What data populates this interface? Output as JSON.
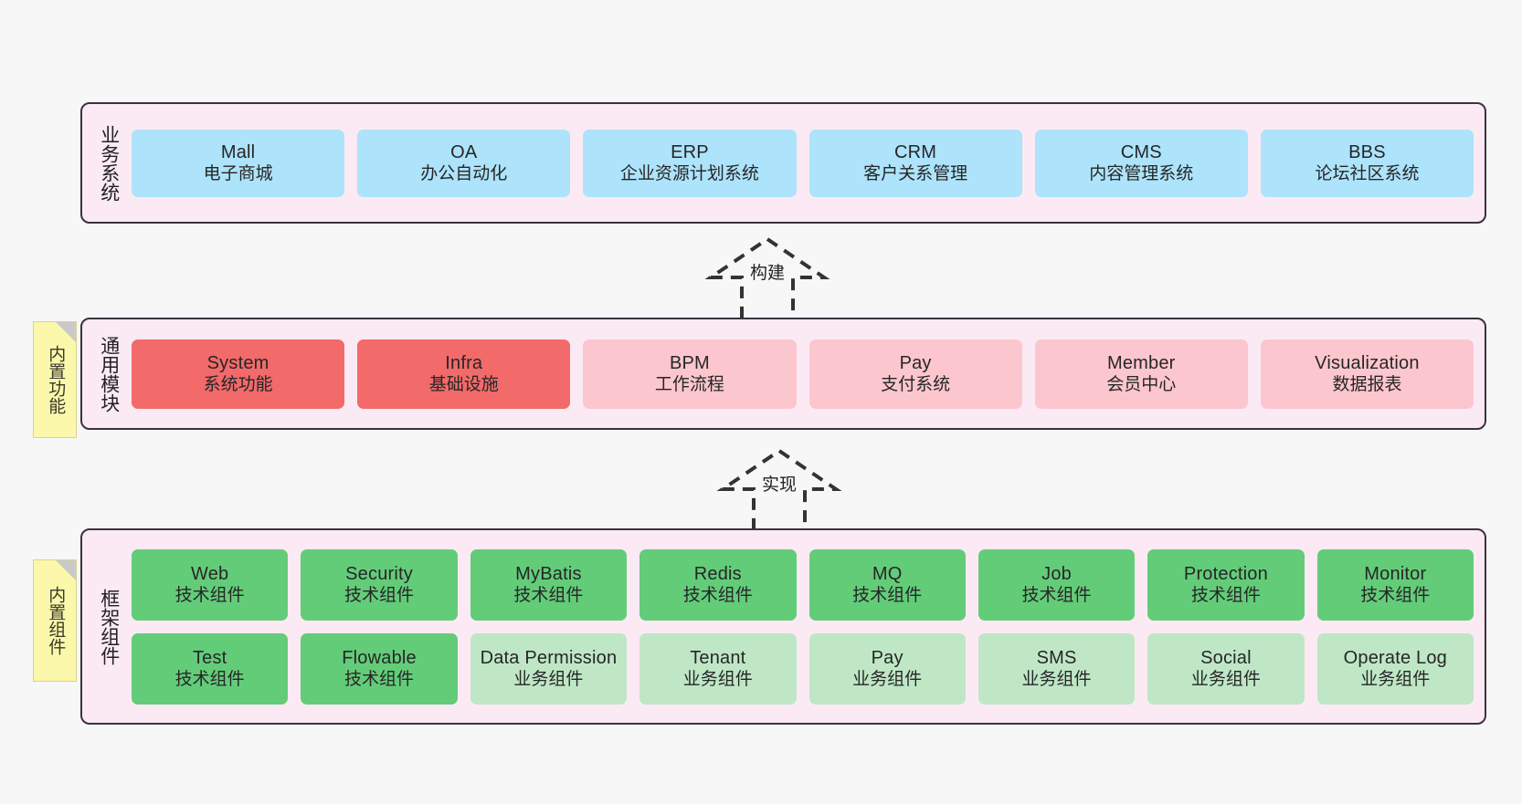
{
  "diagram": {
    "title": "ruoyi-vue-pro architecture layers",
    "background_color": "#f7f7f7",
    "layer_fill": "#fbeaf4",
    "layer_border": "#3b3240"
  },
  "notes": [
    {
      "name": "builtin-function",
      "label": "内置功能",
      "color": "#fbf8ab"
    },
    {
      "name": "builtin-component",
      "label": "内置组件",
      "color": "#fbf8ab"
    }
  ],
  "layers": [
    {
      "id": "business",
      "title": "业务系统",
      "rows": [
        {
          "cards": [
            {
              "en": "Mall",
              "cn": "电子商城",
              "style": "c-blue",
              "color": "#ade3fb"
            },
            {
              "en": "OA",
              "cn": "办公自动化",
              "style": "c-blue",
              "color": "#ade3fb"
            },
            {
              "en": "ERP",
              "cn": "企业资源计划系统",
              "style": "c-blue",
              "color": "#ade3fb"
            },
            {
              "en": "CRM",
              "cn": "客户关系管理",
              "style": "c-blue",
              "color": "#ade3fb"
            },
            {
              "en": "CMS",
              "cn": "内容管理系统",
              "style": "c-blue",
              "color": "#ade3fb"
            },
            {
              "en": "BBS",
              "cn": "论坛社区系统",
              "style": "c-blue",
              "color": "#ade3fb"
            }
          ]
        }
      ]
    },
    {
      "id": "common",
      "title": "通用模块",
      "rows": [
        {
          "cards": [
            {
              "en": "System",
              "cn": "系统功能",
              "style": "c-red",
              "color": "#f26a6a"
            },
            {
              "en": "Infra",
              "cn": "基础设施",
              "style": "c-red",
              "color": "#f26a6a"
            },
            {
              "en": "BPM",
              "cn": "工作流程",
              "style": "c-pink",
              "color": "#fcc6ce"
            },
            {
              "en": "Pay",
              "cn": "支付系统",
              "style": "c-pink",
              "color": "#fcc6ce"
            },
            {
              "en": "Member",
              "cn": "会员中心",
              "style": "c-pink",
              "color": "#fcc6ce"
            },
            {
              "en": "Visualization",
              "cn": "数据报表",
              "style": "c-pink",
              "color": "#fcc6ce"
            }
          ]
        }
      ]
    },
    {
      "id": "framework",
      "title": "框架组件",
      "rows": [
        {
          "cards": [
            {
              "en": "Web",
              "cn": "技术组件",
              "style": "c-green",
              "color": "#63cc79"
            },
            {
              "en": "Security",
              "cn": "技术组件",
              "style": "c-green",
              "color": "#63cc79"
            },
            {
              "en": "MyBatis",
              "cn": "技术组件",
              "style": "c-green",
              "color": "#63cc79"
            },
            {
              "en": "Redis",
              "cn": "技术组件",
              "style": "c-green",
              "color": "#63cc79"
            },
            {
              "en": "MQ",
              "cn": "技术组件",
              "style": "c-green",
              "color": "#63cc79"
            },
            {
              "en": "Job",
              "cn": "技术组件",
              "style": "c-green",
              "color": "#63cc79"
            },
            {
              "en": "Protection",
              "cn": "技术组件",
              "style": "c-green",
              "color": "#63cc79"
            },
            {
              "en": "Monitor",
              "cn": "技术组件",
              "style": "c-green",
              "color": "#63cc79"
            }
          ]
        },
        {
          "cards": [
            {
              "en": "Test",
              "cn": "技术组件",
              "style": "c-green",
              "color": "#63cc79"
            },
            {
              "en": "Flowable",
              "cn": "技术组件",
              "style": "c-green",
              "color": "#63cc79"
            },
            {
              "en": "Data Permission",
              "cn": "业务组件",
              "style": "c-green-light",
              "color": "#bfe7c6"
            },
            {
              "en": "Tenant",
              "cn": "业务组件",
              "style": "c-green-light",
              "color": "#bfe7c6"
            },
            {
              "en": "Pay",
              "cn": "业务组件",
              "style": "c-green-light",
              "color": "#bfe7c6"
            },
            {
              "en": "SMS",
              "cn": "业务组件",
              "style": "c-green-light",
              "color": "#bfe7c6"
            },
            {
              "en": "Social",
              "cn": "业务组件",
              "style": "c-green-light",
              "color": "#bfe7c6"
            },
            {
              "en": "Operate Log",
              "cn": "业务组件",
              "style": "c-green-light",
              "color": "#bfe7c6"
            }
          ]
        }
      ]
    }
  ],
  "connectors": [
    {
      "id": "build",
      "label": "构建",
      "from": "common",
      "to": "business",
      "style": "dashed-generalization"
    },
    {
      "id": "implement",
      "label": "实现",
      "from": "framework",
      "to": "common",
      "style": "dashed-generalization"
    }
  ]
}
